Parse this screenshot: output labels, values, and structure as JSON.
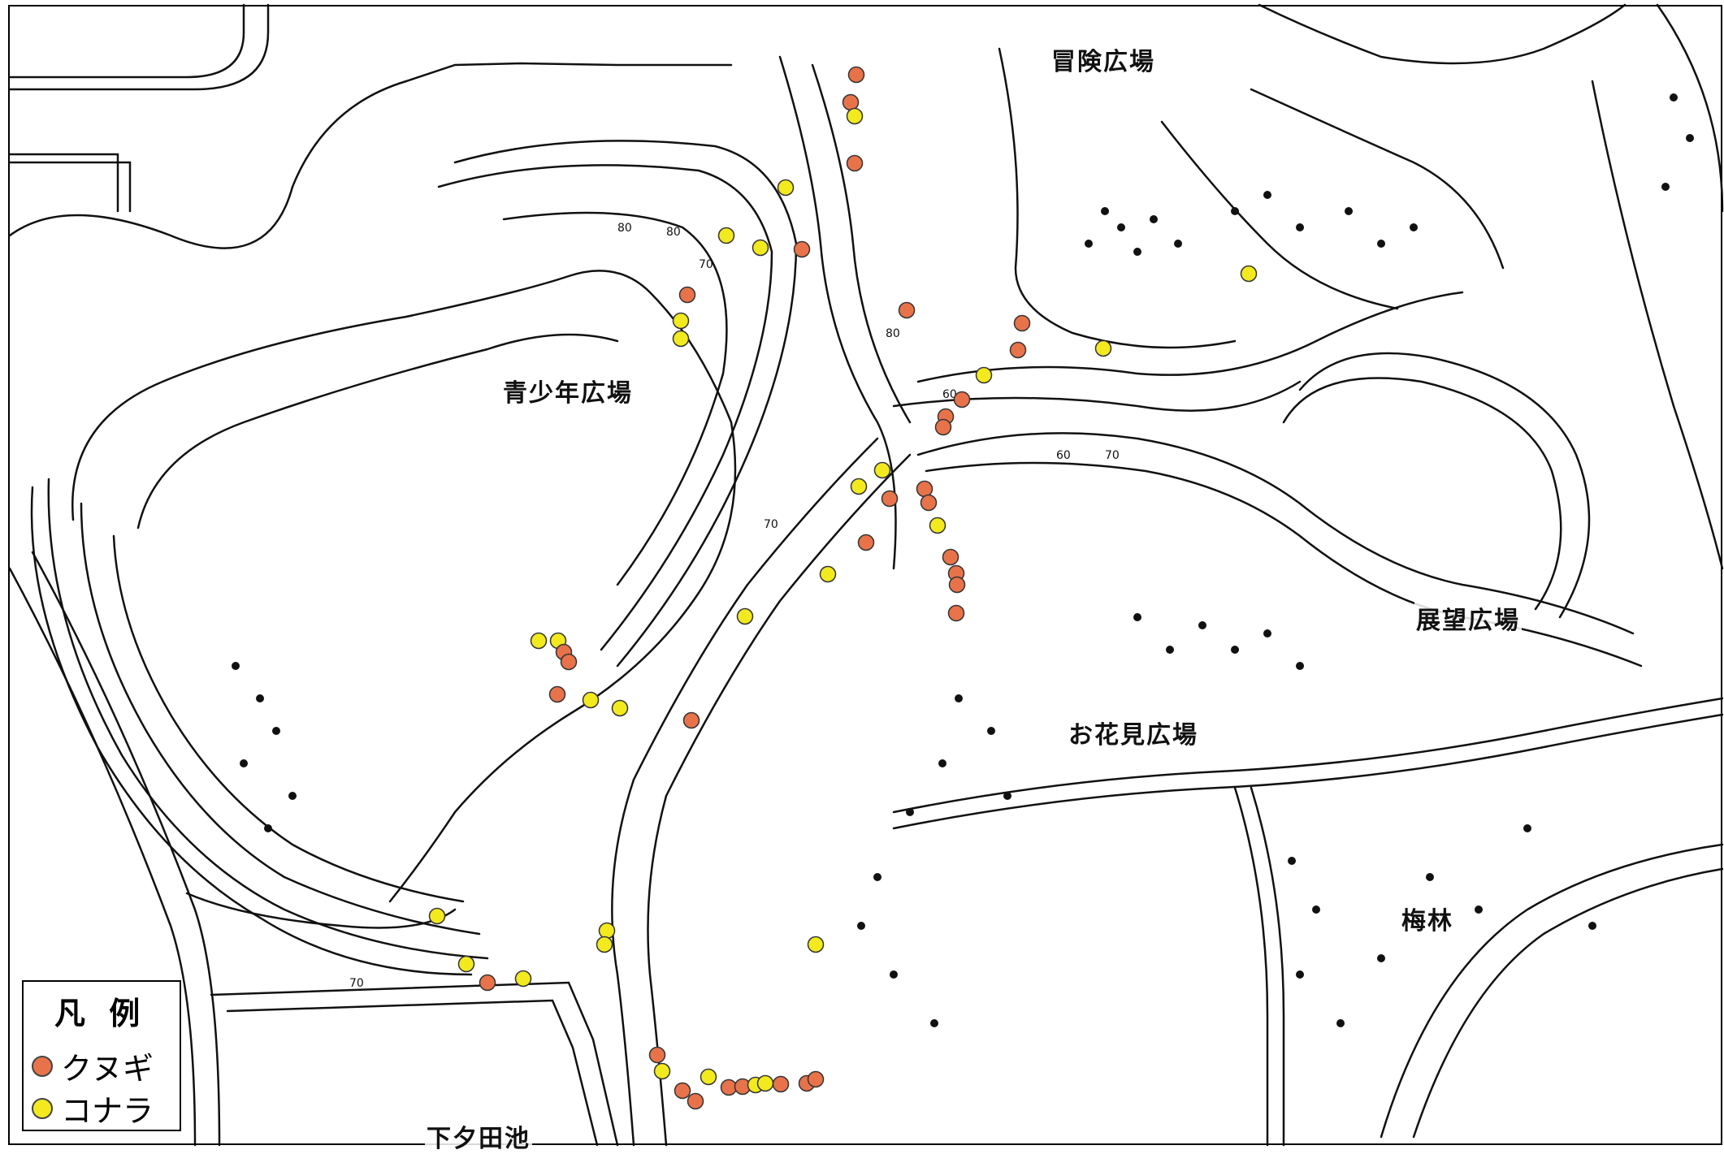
{
  "place_names": {
    "seishonen": "青少年広場",
    "boken": "冒険広場",
    "tenbo": "展望広場",
    "ohanami": "お花見広場",
    "bairin": "梅林",
    "pond": "下夕田池"
  },
  "contour_labels": [
    "80",
    "70",
    "80",
    "70",
    "60",
    "80",
    "70",
    "60",
    "70"
  ],
  "legend": {
    "title": "凡 例",
    "items": [
      {
        "label": "クヌギ",
        "color": "#E8734A"
      },
      {
        "label": "コナラ",
        "color": "#F2EA1E"
      }
    ]
  },
  "colors": {
    "kunugi": "#E8734A",
    "konara": "#F2EA1E",
    "line": "#111111"
  }
}
